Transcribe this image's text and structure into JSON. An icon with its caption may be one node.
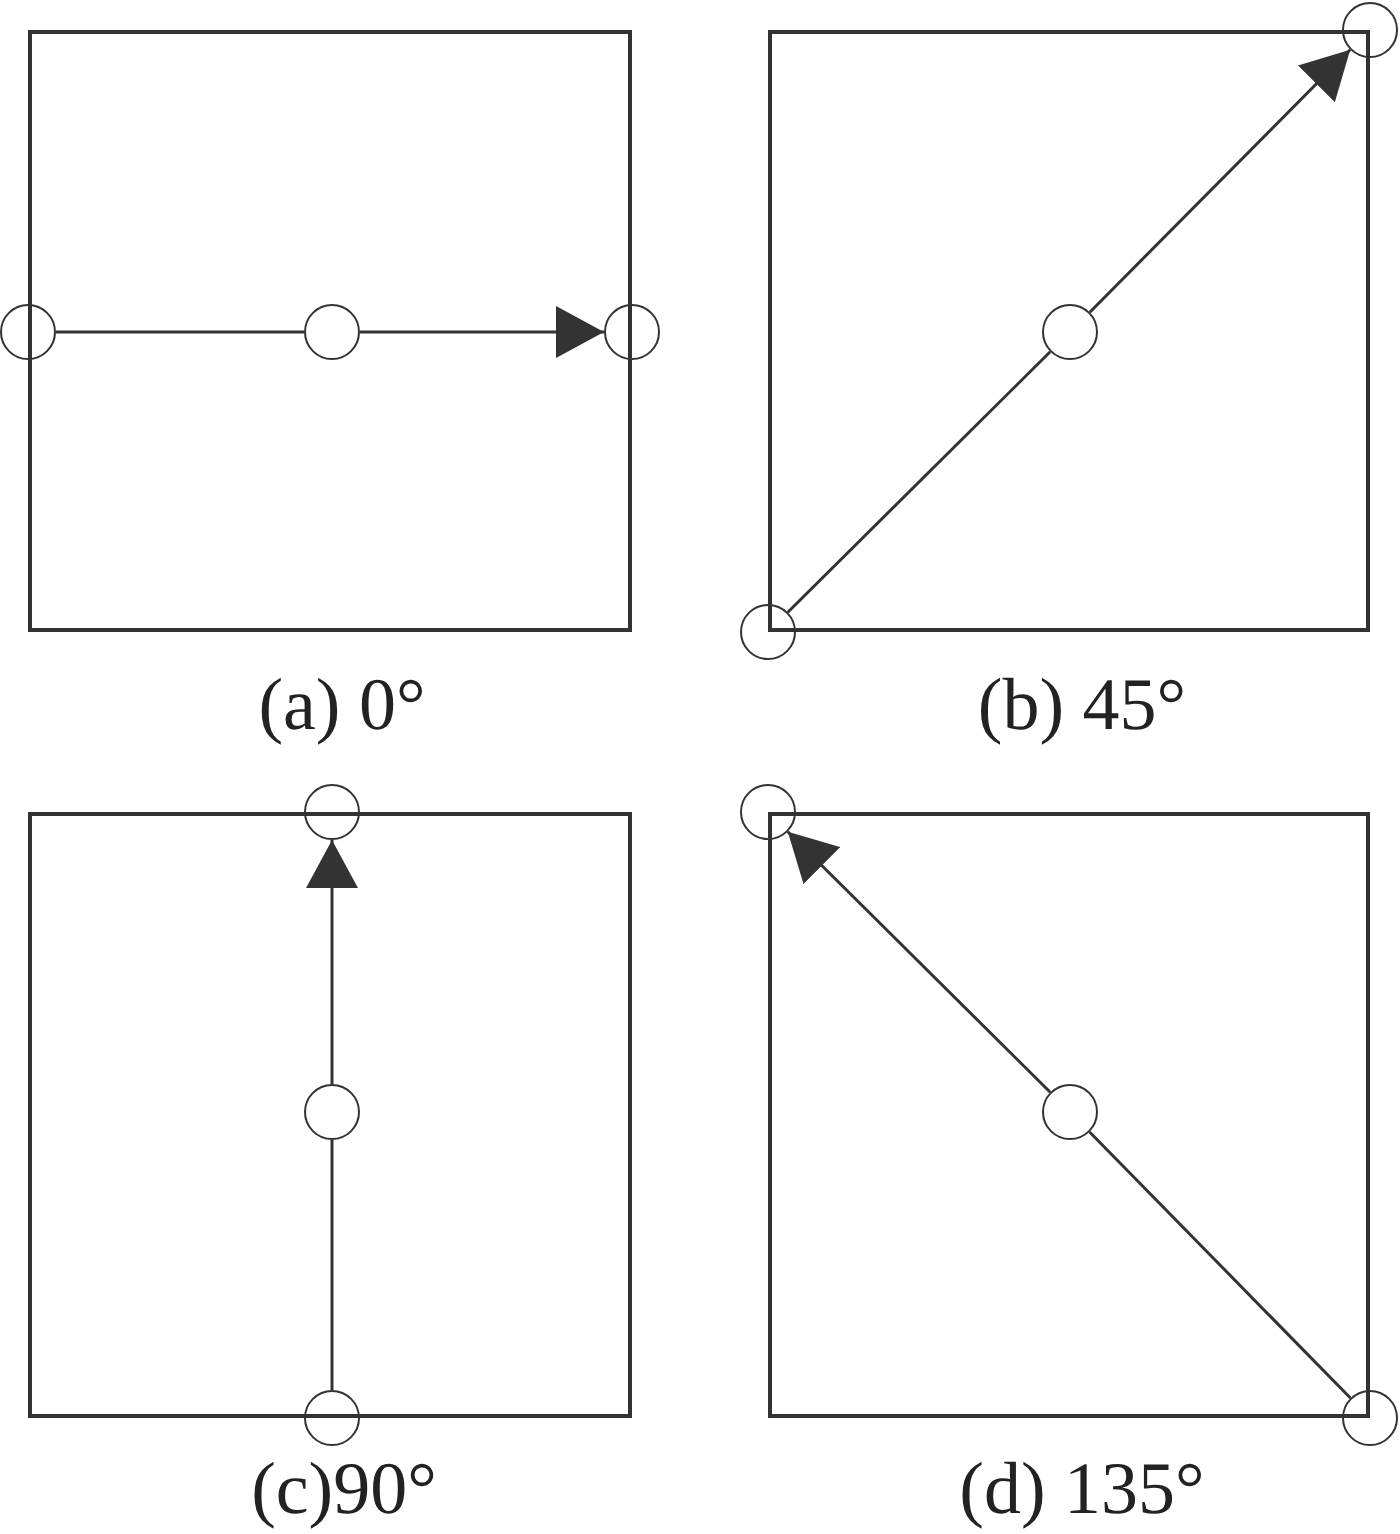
{
  "diagram": {
    "nodes": [
      {
        "text": [],
        "shape": "box",
        "beside": [
          "(a) 0°"
        ]
      },
      {
        "text": [],
        "shape": "circle"
      },
      {
        "text": [],
        "shape": "circle",
        "in": 0
      },
      {
        "text": [],
        "shape": "circle"
      },
      {
        "text": [],
        "shape": "box",
        "beside": [
          "(b) 45°"
        ]
      },
      {
        "text": [],
        "shape": "circle"
      },
      {
        "text": [],
        "shape": "circle",
        "in": 4
      },
      {
        "text": [],
        "shape": "circle"
      },
      {
        "text": [],
        "shape": "box",
        "beside": [
          "(c)90°"
        ]
      },
      {
        "text": [],
        "shape": "circle"
      },
      {
        "text": [],
        "shape": "circle",
        "in": 8
      },
      {
        "text": [],
        "shape": "circle"
      },
      {
        "text": [],
        "shape": "box",
        "beside": [
          "(d) 135°"
        ]
      },
      {
        "text": [],
        "shape": "circle"
      },
      {
        "text": [],
        "shape": "circle",
        "in": 12
      },
      {
        "text": [],
        "shape": "circle"
      }
    ],
    "edges": [
      {
        "from": 1,
        "to": 2,
        "arrow": "none"
      },
      {
        "from": 2,
        "to": 3,
        "arrow": "to"
      },
      {
        "from": 5,
        "to": 6,
        "arrow": "none"
      },
      {
        "from": 6,
        "to": 7,
        "arrow": "to"
      },
      {
        "from": 11,
        "to": 10,
        "arrow": "none"
      },
      {
        "from": 10,
        "to": 9,
        "arrow": "to"
      },
      {
        "from": 15,
        "to": 14,
        "arrow": "none"
      },
      {
        "from": 14,
        "to": 13,
        "arrow": "to"
      }
    ]
  }
}
